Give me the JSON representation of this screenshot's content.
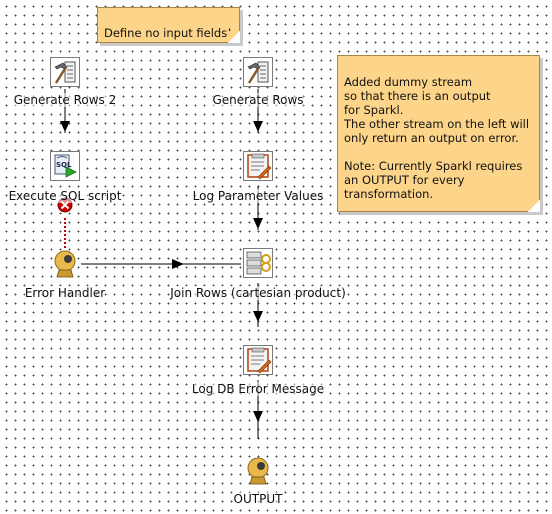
{
  "notes": {
    "top": "Define no input fields!",
    "right": "Added dummy stream\nso that there is an output\nfor Sparkl.\nThe other stream on the left will\nonly return an output on error.\n\nNote: Currently Sparkl requires\nan OUTPUT for every\ntransformation."
  },
  "steps": {
    "generate_rows_2": "Generate Rows 2",
    "generate_rows": "Generate Rows",
    "execute_sql": "Execute SQL script",
    "log_parameters": "Log Parameter Values",
    "error_handler": "Error Handler",
    "join_rows": "Join Rows (cartesian product)",
    "log_db_error": "Log DB Error Message",
    "output": "OUTPUT"
  },
  "icons": {
    "generate_rows_2": "generate-rows-icon",
    "generate_rows": "generate-rows-icon",
    "execute_sql": "sql-script-icon",
    "log_parameters": "write-to-log-icon",
    "error_handler": "dummy-step-icon",
    "join_rows": "join-rows-icon",
    "log_db_error": "write-to-log-icon",
    "output": "dummy-step-icon",
    "error_hop": "error-hop-icon"
  },
  "colors": {
    "note_fill": "#fdd58a",
    "hop_line": "#000000",
    "error_hop": "#cc0000"
  }
}
